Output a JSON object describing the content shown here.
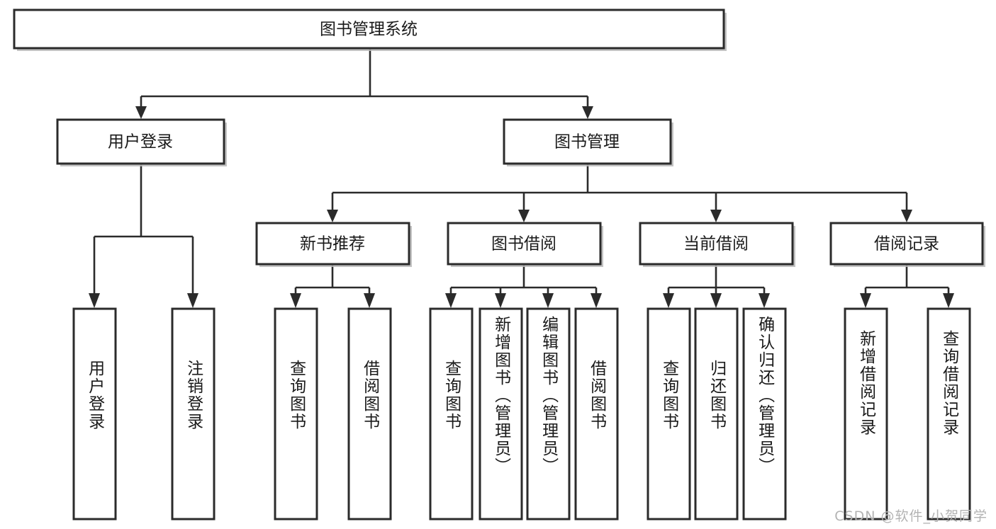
{
  "diagram": {
    "type": "hierarchy-tree",
    "title": "图书管理系统",
    "orientation": "top-down",
    "colors": {
      "box_stroke": "#2b2b2b",
      "box_fill": "#ffffff",
      "connector": "#2b2b2b",
      "watermark": "#b3b3b3"
    },
    "levels": [
      {
        "level": 1,
        "nodes": [
          {
            "id": "root",
            "label": "图书管理系统",
            "text_direction": "horizontal"
          }
        ]
      },
      {
        "level": 2,
        "nodes": [
          {
            "id": "user-login",
            "label": "用户登录",
            "text_direction": "horizontal",
            "parent": "root"
          },
          {
            "id": "book-manage",
            "label": "图书管理",
            "text_direction": "horizontal",
            "parent": "root"
          }
        ]
      },
      {
        "level": 3,
        "nodes": [
          {
            "id": "new-book-rec",
            "label": "新书推荐",
            "text_direction": "horizontal",
            "parent": "book-manage"
          },
          {
            "id": "book-borrow",
            "label": "图书借阅",
            "text_direction": "horizontal",
            "parent": "book-manage"
          },
          {
            "id": "current-borrow",
            "label": "当前借阅",
            "text_direction": "horizontal",
            "parent": "book-manage"
          },
          {
            "id": "borrow-record",
            "label": "借阅记录",
            "text_direction": "horizontal",
            "parent": "book-manage"
          }
        ]
      },
      {
        "level": 4,
        "nodes": [
          {
            "id": "leaf-user-login",
            "label": "用户登录",
            "text_direction": "vertical",
            "parent": "user-login"
          },
          {
            "id": "leaf-logout-login",
            "label": "注销登录",
            "text_direction": "vertical",
            "parent": "user-login"
          },
          {
            "id": "leaf-query-book-1",
            "label": "查询图书",
            "text_direction": "vertical",
            "parent": "new-book-rec"
          },
          {
            "id": "leaf-borrow-book-1",
            "label": "借阅图书",
            "text_direction": "vertical",
            "parent": "new-book-rec"
          },
          {
            "id": "leaf-query-book-2",
            "label": "查询图书",
            "text_direction": "vertical",
            "parent": "book-borrow"
          },
          {
            "id": "leaf-add-book",
            "label": "新增图书（管理员）",
            "text_direction": "vertical",
            "parent": "book-borrow"
          },
          {
            "id": "leaf-edit-book",
            "label": "编辑图书（管理员）",
            "text_direction": "vertical",
            "parent": "book-borrow"
          },
          {
            "id": "leaf-borrow-book-2",
            "label": "借阅图书",
            "text_direction": "vertical",
            "parent": "book-borrow"
          },
          {
            "id": "leaf-query-book-3",
            "label": "查询图书",
            "text_direction": "vertical",
            "parent": "current-borrow"
          },
          {
            "id": "leaf-return-book",
            "label": "归还图书",
            "text_direction": "vertical",
            "parent": "current-borrow"
          },
          {
            "id": "leaf-confirm-return",
            "label": "确认归还（管理员）",
            "text_direction": "vertical",
            "parent": "current-borrow"
          },
          {
            "id": "leaf-add-record",
            "label": "新增借阅记录",
            "text_direction": "vertical",
            "parent": "borrow-record"
          },
          {
            "id": "leaf-query-record",
            "label": "查询借阅记录",
            "text_direction": "vertical",
            "parent": "borrow-record"
          }
        ]
      }
    ],
    "watermark": "CSDN @软件_小贺同学"
  }
}
